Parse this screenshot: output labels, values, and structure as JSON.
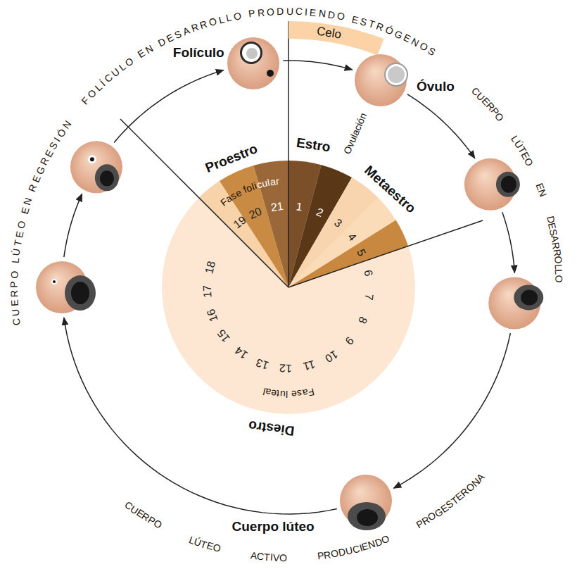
{
  "diagram": {
    "nodes": [
      {
        "text": [
          "Celo"
        ]
      },
      {
        "text": [
          "Folículo"
        ]
      },
      {
        "text": [
          "Óvulo"
        ]
      },
      {
        "text": [
          "Cuerpo lúteo"
        ]
      }
    ],
    "edges": [
      {
        "from": 1,
        "to": 2,
        "arrow": "to"
      }
    ],
    "labels": [
      "FOLÍCULO EN DESARROLLO PRODUCIENDO ESTRÓGENOS",
      "CUERPO LÚTEO EN DESARROLLO",
      "CUERPO LÚTEO ACTIVO PRODUCIENDO PROGESTERONA",
      "CUERPO LÚTEO EN REGRESIÓN",
      "Proestro",
      "Estro",
      "Ovulación",
      "Metaestro",
      "Fase folicular",
      "19",
      "20",
      "21",
      "1",
      "2",
      "3",
      "4",
      "5",
      "6",
      "7",
      "8",
      "9",
      "10",
      "11",
      "12",
      "13",
      "14",
      "15",
      "16",
      "17",
      "18",
      "Fase luteal",
      "Diestro"
    ]
  }
}
